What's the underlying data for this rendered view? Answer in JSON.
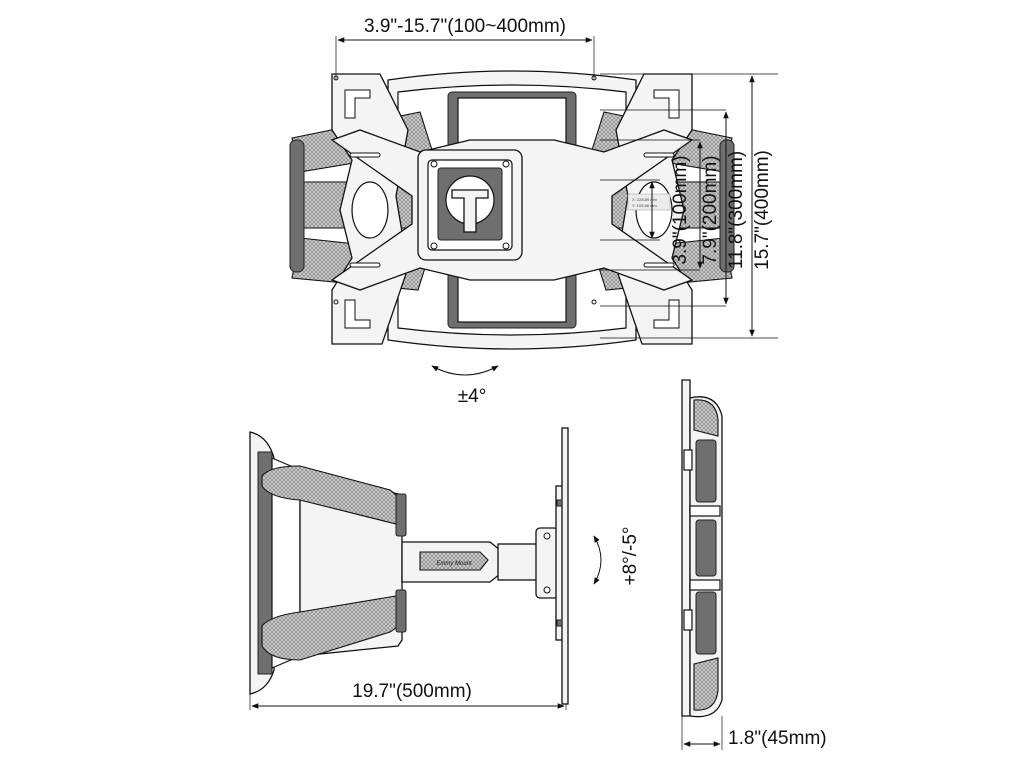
{
  "dimensions": {
    "top_width": "3.9\"-15.7\"(100~400mm)",
    "vertical_100": "3.9\"(100mm)",
    "vertical_200": "7.9\"(200mm)",
    "vertical_300": "11.8\"(300mm)",
    "vertical_400": "15.7\"(400mm)",
    "rotation": "±4°",
    "tilt": "+8°/-5°",
    "extension": "19.7\"(500mm)",
    "profile_depth": "1.8\"(45mm)"
  },
  "coordinate_readout": {
    "x": "X: 228.89 mm",
    "y": "Y: 109.68 mm"
  },
  "brand_label": "Emmy Mount"
}
